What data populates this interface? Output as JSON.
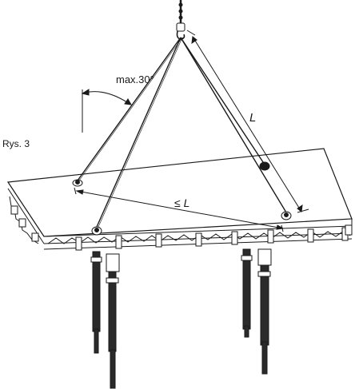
{
  "figure": {
    "caption": "Rys. 3",
    "angle_label": "max.30°",
    "sling_length_label": "L",
    "span_label": "≤ L",
    "colors": {
      "line": "#1a1a1a",
      "fill": "#ffffff",
      "shade": "#2a2a2a"
    },
    "components": {
      "crane_hook": "crane-hook-icon",
      "lifting_slings": 4,
      "lifting_points": 4,
      "props": 4
    }
  }
}
